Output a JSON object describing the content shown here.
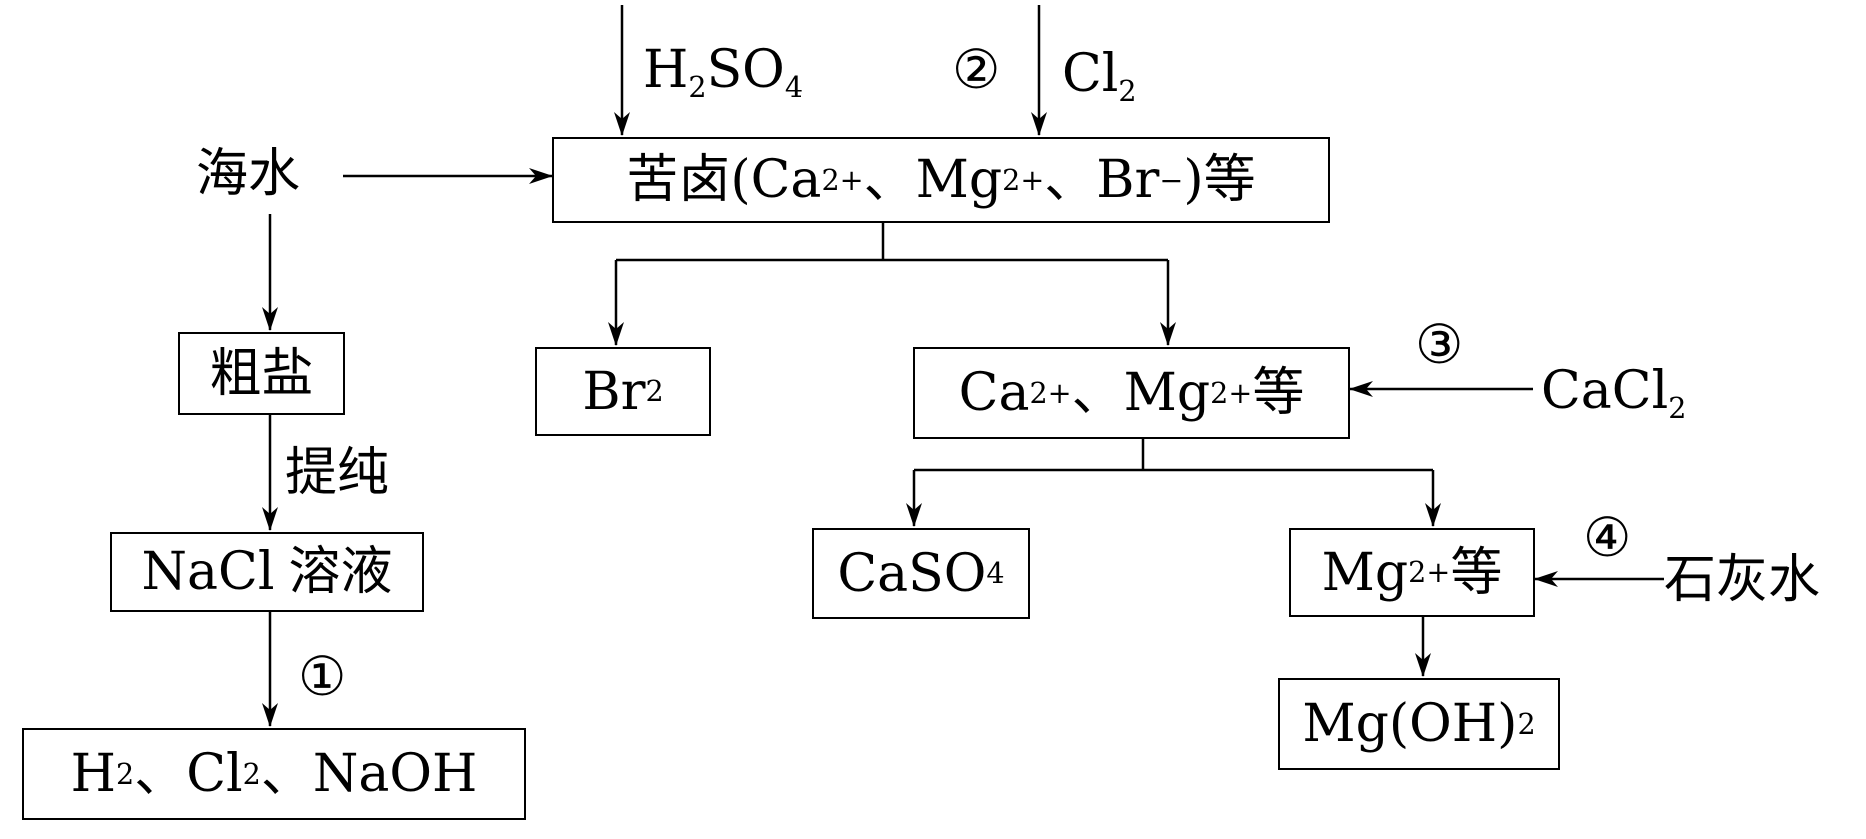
{
  "labels": {
    "seawater": "海水",
    "h2so4_main": "H",
    "h2so4_sub2": "2",
    "h2so4_so": "SO",
    "h2so4_sub4": "4",
    "step2": "②",
    "cl2_main": "Cl",
    "cl2_sub": "2",
    "purify": "提纯",
    "step1": "①",
    "step3": "③",
    "cacl2_main": "CaCl",
    "cacl2_sub": "2",
    "step4": "④",
    "limewater": "石灰水"
  },
  "boxes": {
    "bittern": {
      "prefix": "苦卤(Ca",
      "ca_charge": "2+",
      "sep1": "、Mg",
      "mg_charge": "2+",
      "sep2": "、Br",
      "br_charge": "−",
      "suffix": ")等"
    },
    "crude_salt": "粗盐",
    "nacl": {
      "formula": "NaCl",
      "text": "溶液"
    },
    "products": {
      "h": "H",
      "h_sub": "2",
      "sep1": "、Cl",
      "cl_sub": "2",
      "sep2": "、NaOH"
    },
    "br2": {
      "main": "Br",
      "sub": "2"
    },
    "ca_mg": {
      "ca": "Ca",
      "ca_charge": "2+",
      "sep": "、Mg",
      "mg_charge": "2+",
      "suffix": "等"
    },
    "caso4": {
      "main": "CaSO",
      "sub": "4"
    },
    "mg": {
      "main": "Mg",
      "charge": "2+",
      "suffix": "等"
    },
    "mgoh2": {
      "main": "Mg(OH)",
      "sub": "2"
    }
  }
}
